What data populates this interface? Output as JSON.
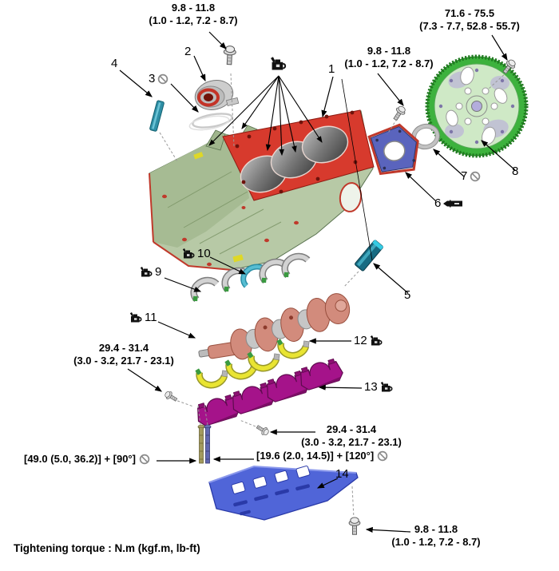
{
  "footer": {
    "tightening_note": "Tightening torque : N.m (kgf.m, lb-ft)"
  },
  "torque_labels": {
    "front_cover_bolt": {
      "line1": "9.8 - 11.8",
      "line2": "(1.0 - 1.2, 7.2 - 8.7)"
    },
    "flywheel_bolt": {
      "line1": "71.6 - 75.5",
      "line2": "(7.3 - 7.7, 52.8 - 55.7)"
    },
    "rear_plate_bolt": {
      "line1": "9.8 - 11.8",
      "line2": "(1.0 - 1.2, 7.2 - 8.7)"
    },
    "bearing_cap_bolt_left": {
      "line1": "29.4 - 31.4",
      "line2": "(3.0 - 3.2, 21.7 - 23.1)"
    },
    "bearing_cap_bolt_right": {
      "line1": "29.4 - 31.4",
      "line2": "(3.0 - 3.2, 21.7 - 23.1)"
    },
    "baffle_bolt": {
      "line1": "9.8 - 11.8",
      "line2": "(1.0 - 1.2, 7.2 - 8.7)"
    },
    "main_cap_torque_angle": "[49.0 (5.0, 36.2)] + [90°]",
    "side_bolt_torque_angle": "[19.6 (2.0, 14.5)] + [120°]"
  },
  "callouts": {
    "c1": "1",
    "c2": "2",
    "c3": "3",
    "c4": "4",
    "c5": "5",
    "c6": "6",
    "c7": "7",
    "c8": "8",
    "c9": "9",
    "c10": "10",
    "c11": "11",
    "c12": "12",
    "c13": "13",
    "c14": "14"
  },
  "icons": {
    "oil_can": "apply-engine-oil-icon",
    "do_not_reuse": "do-not-reuse-icon",
    "sealant_tube": "apply-sealant-icon"
  },
  "colors": {
    "block_green": "#b7c9a6",
    "block_shade": "#a6bb93",
    "deck_red": "#d73a2d",
    "crank_salmon": "#d28b7c",
    "cap_magenta": "#a5138a",
    "baffle_blue": "#5065d8",
    "flywheel_green": "#3db23d",
    "flywheel_disc": "#cfe9c6",
    "bearing_yellow": "#e9e432",
    "bearing_gray": "#d2d2d2",
    "dowel_teal": "#2f8fa6",
    "dowel_teal_dark": "#176b82"
  }
}
